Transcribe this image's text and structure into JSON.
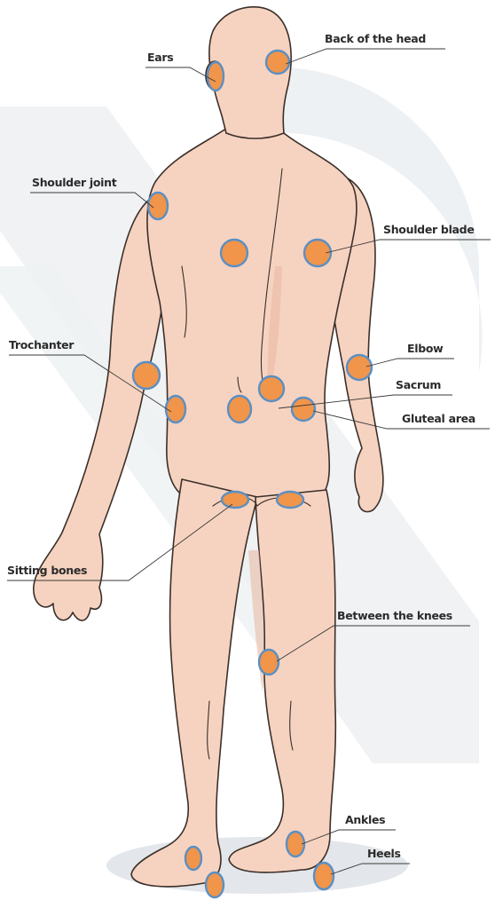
{
  "labels": {
    "ears": "Ears",
    "back_of_head": "Back of the head",
    "shoulder_joint": "Shoulder joint",
    "shoulder_blade": "Shoulder blade",
    "trochanter": "Trochanter",
    "elbow": "Elbow",
    "sacrum": "Sacrum",
    "gluteal_area": "Gluteal area",
    "sitting_bones": "Sitting bones",
    "between_knees": "Between the knees",
    "ankles": "Ankles",
    "heels": "Heels"
  },
  "colors": {
    "spot_fill": "#f0954a",
    "spot_outline": "#5b8fc4",
    "skin": "#f6d3c0",
    "background_motif": "#eef1f3",
    "text": "#2b2b2b"
  }
}
